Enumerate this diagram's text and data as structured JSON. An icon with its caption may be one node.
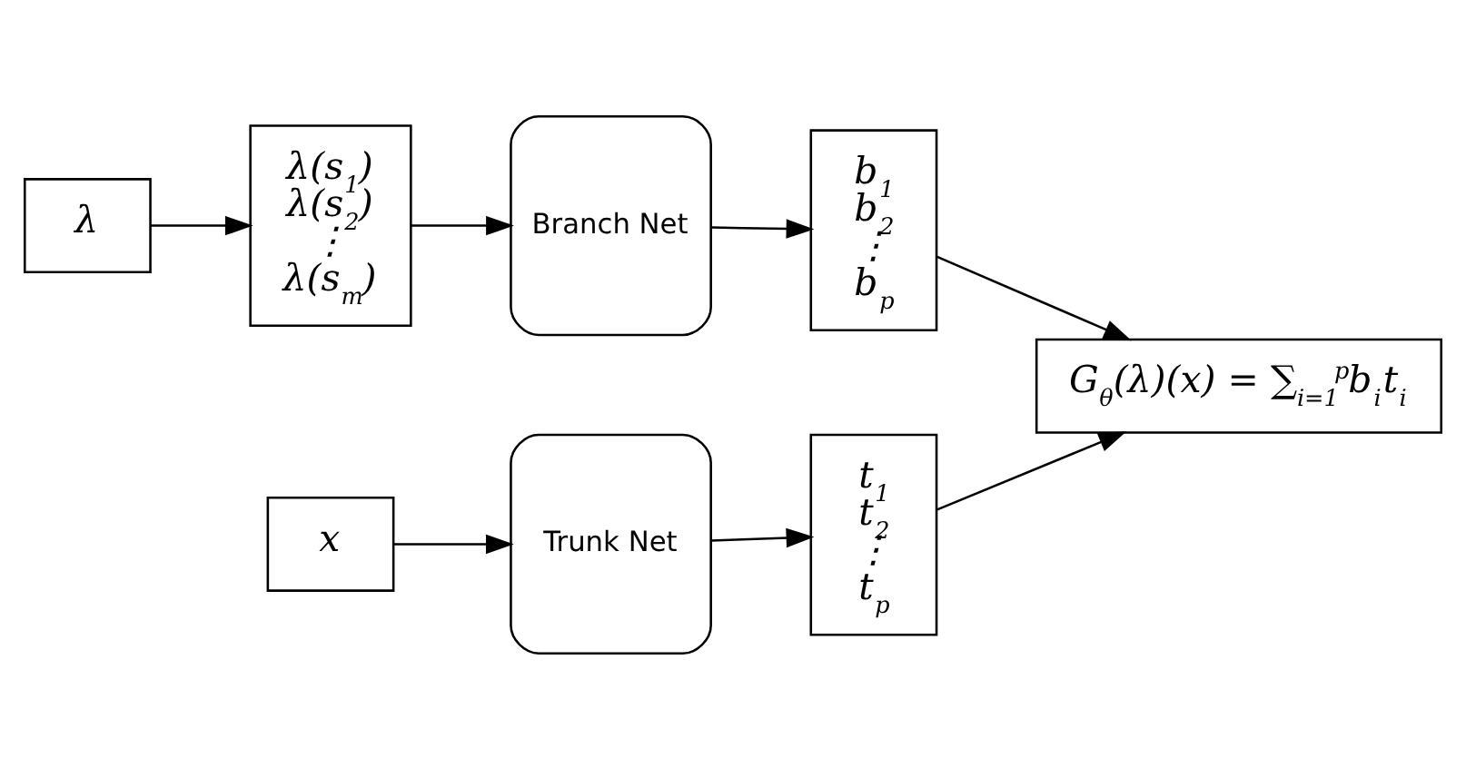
{
  "diagram": {
    "nodes": [
      {
        "text": [
          "λ"
        ]
      },
      {
        "text": [
          "λ(s$_{1}$)",
          "λ(s$_{2}$)",
          "⋮",
          "λ(s$_{m}$)"
        ]
      },
      {
        "text": [
          "Branch Net"
        ]
      },
      {
        "text": [
          "b$_{1}$",
          "b$_{2}$",
          "⋮",
          "b$_{p}$"
        ]
      },
      {
        "text": [
          "G$_{θ}$(λ)(x) = ∑$_{i=1}$$^{p}$b$_{i}$t$_{i}$"
        ]
      },
      {
        "text": [
          "x"
        ]
      },
      {
        "text": [
          "Trunk Net"
        ]
      },
      {
        "text": [
          "t$_{1}$",
          "t$_{2}$",
          "⋮",
          "t$_{p}$"
        ]
      }
    ],
    "edges": [
      {
        "from": 0,
        "to": 1,
        "arrow": "to"
      },
      {
        "from": 1,
        "to": 2,
        "arrow": "to"
      },
      {
        "from": 2,
        "to": 3,
        "arrow": "to"
      },
      {
        "from": 3,
        "to": 4,
        "arrow": "to"
      },
      {
        "from": 5,
        "to": 6,
        "arrow": "to"
      },
      {
        "from": 6,
        "to": 7,
        "arrow": "to"
      },
      {
        "from": 7,
        "to": 4,
        "arrow": "to"
      }
    ]
  }
}
